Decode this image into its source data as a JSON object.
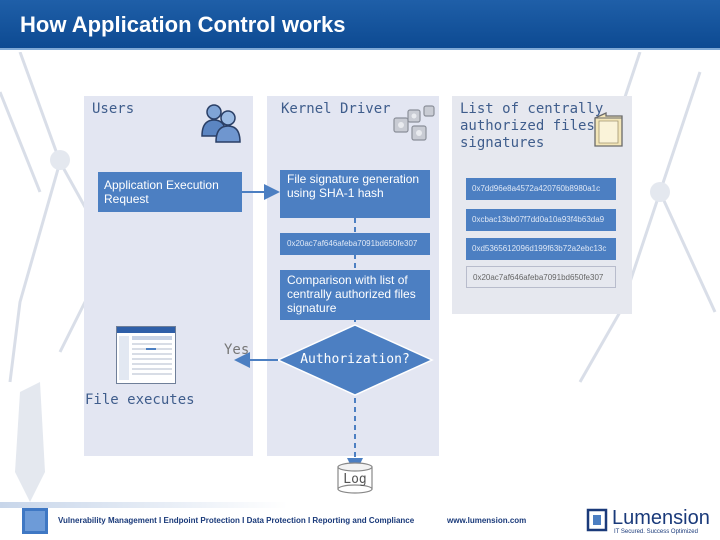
{
  "header": {
    "title": "How Application Control works"
  },
  "columns": {
    "users": "Users",
    "kernel": "Kernel Driver",
    "list": "List of centrally authorized files signatures"
  },
  "flow": {
    "request": "Application Execution Request",
    "generation": "File signature generation using SHA-1 hash",
    "computed_hash": "0x20ac7af646afeba7091bd650fe307",
    "comparison": "Comparison with list of centrally authorized files signature",
    "authorization": "Authorization?",
    "yes": "Yes",
    "file_executes": "File executes",
    "log": "Log"
  },
  "authorized_hashes": [
    "0x7dd96e8a4572a420760b8980a1c",
    "0xcbac13bb07f7dd0a10a93f4b63da9",
    "0xd5365612096d199f63b72a2ebc13c",
    "0x20ac7af646afeba7091bd650fe307"
  ],
  "footer": {
    "tagline": "Vulnerability Management I Endpoint Protection I Data Protection I Reporting and Compliance",
    "url": "www.lumension.com",
    "brand": "Lumension",
    "slogan": "IT Secured. Success Optimized"
  },
  "colors": {
    "title_bar": "#1656a0",
    "flow_box": "#4c7fc2",
    "panel": "#e3e6f2",
    "arrow": "#4c7fc2"
  }
}
